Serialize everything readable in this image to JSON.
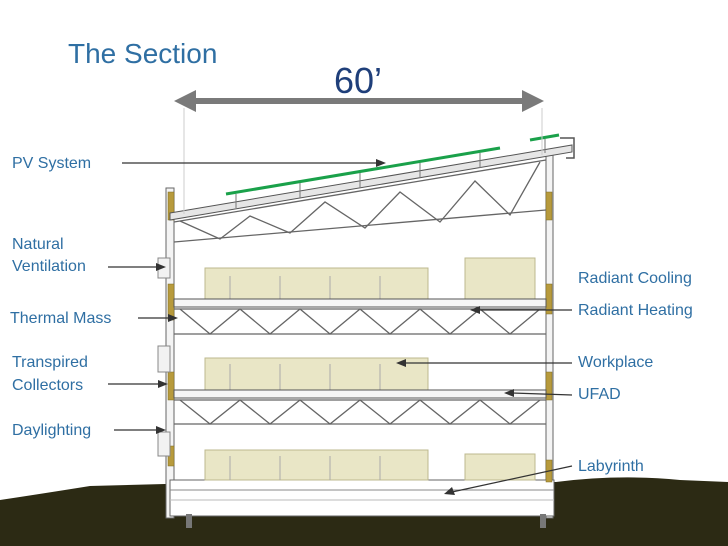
{
  "slide": {
    "title": "The Section",
    "dimension": "60’"
  },
  "labels": {
    "pv_system": "PV System",
    "natural_1": "Natural",
    "natural_2": "Ventilation",
    "thermal_mass": "Thermal Mass",
    "transpired_1": "Transpired",
    "transpired_2": "Collectors",
    "daylighting": "Daylighting",
    "radiant_cooling": "Radiant Cooling",
    "radiant_heating": "Radiant Heating",
    "workplace": "Workplace",
    "ufad": "UFAD",
    "labyrinth": "Labyrinth"
  },
  "colors": {
    "label_text": "#2f6fa3",
    "dimension_text": "#1f3f7a",
    "ground": "#2c2a14",
    "pv_panel": "#1aa14a",
    "office_fill": "#e9e6c6",
    "thermal_mass": "#b79a3c",
    "structure": "#555555"
  }
}
